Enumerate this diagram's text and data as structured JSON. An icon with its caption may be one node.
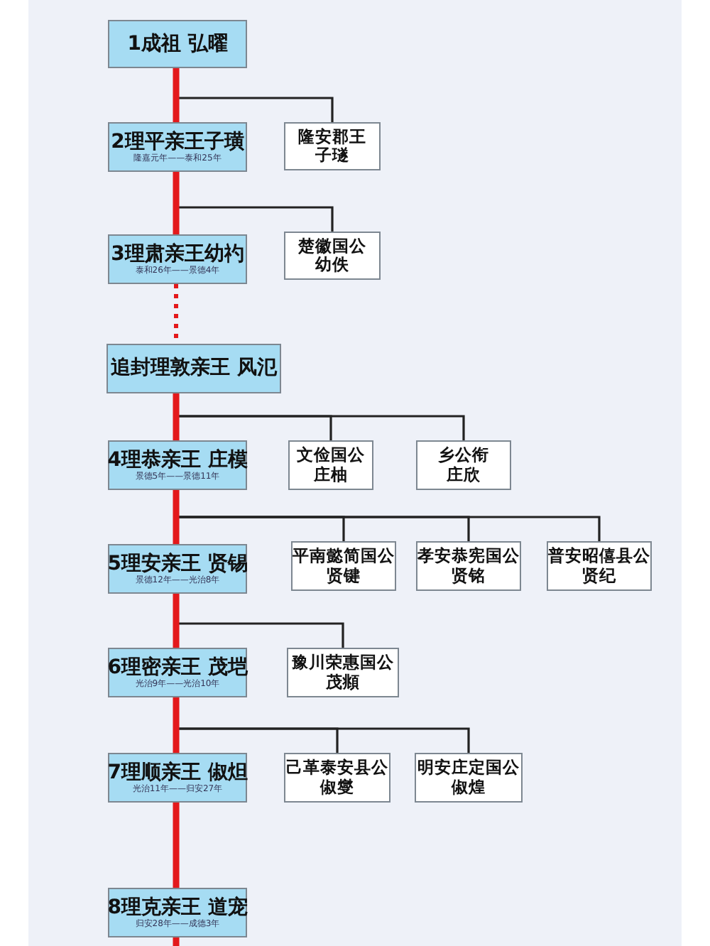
{
  "diagram": {
    "nodes": [
      {
        "text": [
          "1成祖  弘曜"
        ]
      },
      {
        "text": [
          "2理平亲王子璜",
          "隆嘉元年——泰和25年"
        ]
      },
      {
        "text": [
          "隆安郡王",
          "子璲"
        ]
      },
      {
        "text": [
          "3理肃亲王幼礿",
          "泰和26年——景德4年"
        ]
      },
      {
        "text": [
          "楚徽国公",
          "幼佚"
        ]
      },
      {
        "text": [
          "追封理敦亲王 风氾"
        ]
      },
      {
        "text": [
          "4理恭亲王 庄模",
          "景德5年——景德11年"
        ]
      },
      {
        "text": [
          "文俭国公",
          "庄柚"
        ]
      },
      {
        "text": [
          "乡公衔",
          "庄欣"
        ]
      },
      {
        "text": [
          "5理安亲王 贤锡",
          "景德12年——光治8年"
        ]
      },
      {
        "text": [
          "平南懿简国公",
          "贤键"
        ]
      },
      {
        "text": [
          "孝安恭宪国公",
          "贤铭"
        ]
      },
      {
        "text": [
          "普安昭僖县公",
          "贤纪"
        ]
      },
      {
        "text": [
          "6理密亲王 茂垲",
          "光治9年——光治10年"
        ]
      },
      {
        "text": [
          "豫川荣惠国公",
          "茂頫"
        ]
      },
      {
        "text": [
          "7理顺亲王 俶炟",
          "光治11年——归安27年"
        ]
      },
      {
        "text": [
          "己革泰安县公",
          "俶燮"
        ]
      },
      {
        "text": [
          "明安庄定国公",
          "俶煌"
        ]
      },
      {
        "text": [
          "8理克亲王 道宠",
          "归安28年——成德3年"
        ]
      }
    ],
    "edges": [
      {
        "from": 0,
        "to": 1,
        "arrow": "none",
        "style": "thick",
        "color": "#e3191c"
      },
      {
        "from": 0,
        "to": 2,
        "arrow": "none"
      },
      {
        "from": 1,
        "to": 3,
        "arrow": "none",
        "style": "thick",
        "color": "#e3191c"
      },
      {
        "from": 1,
        "to": 4,
        "arrow": "none"
      },
      {
        "from": 3,
        "to": 5,
        "arrow": "none",
        "style": "dashed",
        "color": "#e3191c"
      },
      {
        "from": 5,
        "to": 6,
        "arrow": "none",
        "style": "thick",
        "color": "#e3191c"
      },
      {
        "from": 5,
        "to": 7,
        "arrow": "none"
      },
      {
        "from": 5,
        "to": 8,
        "arrow": "none"
      },
      {
        "from": 6,
        "to": 9,
        "arrow": "none",
        "style": "thick",
        "color": "#e3191c"
      },
      {
        "from": 6,
        "to": 10,
        "arrow": "none"
      },
      {
        "from": 6,
        "to": 11,
        "arrow": "none"
      },
      {
        "from": 6,
        "to": 12,
        "arrow": "none"
      },
      {
        "from": 9,
        "to": 13,
        "arrow": "none",
        "style": "thick",
        "color": "#e3191c"
      },
      {
        "from": 9,
        "to": 14,
        "arrow": "none"
      },
      {
        "from": 13,
        "to": 15,
        "arrow": "none",
        "style": "thick",
        "color": "#e3191c"
      },
      {
        "from": 13,
        "to": 16,
        "arrow": "none"
      },
      {
        "from": 13,
        "to": 17,
        "arrow": "none"
      },
      {
        "from": 15,
        "to": 18,
        "arrow": "none",
        "style": "thick",
        "color": "#e3191c"
      },
      {
        "from": 18,
        "to": null,
        "arrow": "none",
        "style": "thick",
        "color": "#e3191c"
      }
    ]
  }
}
